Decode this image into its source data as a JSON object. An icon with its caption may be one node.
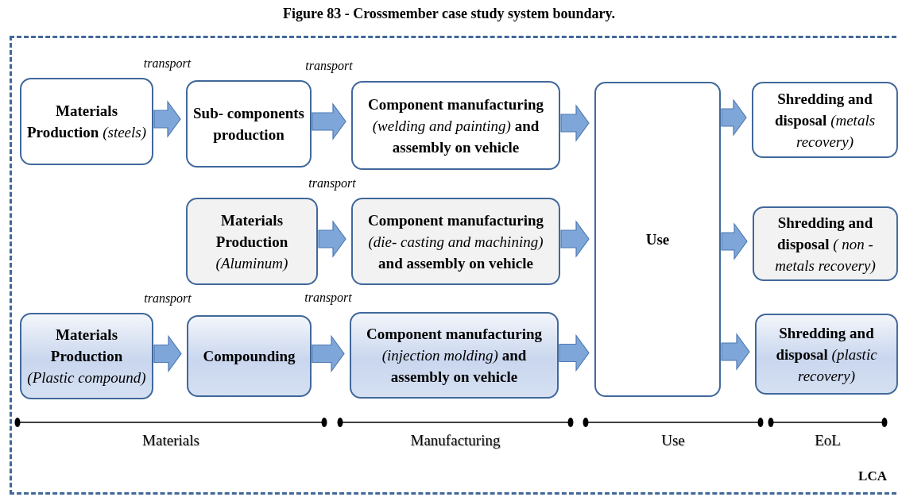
{
  "diagram": {
    "title": "Figure 83 - Crossmember case study system boundary.",
    "nodes": [
      {
        "text": [
          "LCA"
        ]
      },
      {
        "text": [
          "Materials Production *(steels)*"
        ],
        "in": 0
      },
      {
        "text": [
          "Sub- components production"
        ],
        "in": 0
      },
      {
        "text": [
          "Component manufacturing *(welding and painting)* and assembly on vehicle"
        ],
        "in": 0
      },
      {
        "text": [
          "Use"
        ],
        "in": 0
      },
      {
        "text": [
          "Shredding and disposal *(metals recovery)*"
        ],
        "in": 0
      },
      {
        "text": [
          "Materials Production *(Aluminum)*"
        ],
        "in": 0
      },
      {
        "text": [
          "Component manufacturing *(die- casting and machining)* and assembly on vehicle"
        ],
        "in": 0
      },
      {
        "text": [
          "Shredding and disposal *( non - metals recovery)*"
        ],
        "in": 0
      },
      {
        "text": [
          "Materials Production *(Plastic compound)*"
        ],
        "in": 0
      },
      {
        "text": [
          "Compounding"
        ],
        "in": 0
      },
      {
        "text": [
          "Component manufacturing *(injection molding)* and assembly on vehicle"
        ],
        "in": 0
      },
      {
        "text": [
          "Shredding and disposal *(plastic recovery)*"
        ],
        "in": 0
      }
    ],
    "edges": [
      {
        "from": 1,
        "to": 2,
        "arrow": "to",
        "label": "transport"
      },
      {
        "from": 2,
        "to": 3,
        "arrow": "to",
        "label": "transport"
      },
      {
        "from": 3,
        "to": 4,
        "arrow": "to"
      },
      {
        "from": 4,
        "to": 5,
        "arrow": "to"
      },
      {
        "from": 6,
        "to": 7,
        "arrow": "to",
        "label": "transport"
      },
      {
        "from": 7,
        "to": 4,
        "arrow": "to"
      },
      {
        "from": 4,
        "to": 8,
        "arrow": "to"
      },
      {
        "from": 9,
        "to": 10,
        "arrow": "to",
        "label": "transport"
      },
      {
        "from": 10,
        "to": 11,
        "arrow": "to",
        "label": "transport"
      },
      {
        "from": 11,
        "to": 4,
        "arrow": "to"
      },
      {
        "from": 4,
        "to": 12,
        "arrow": "to"
      }
    ],
    "labels": [
      "Materials",
      "Manufacturing",
      "Use",
      "EoL"
    ]
  }
}
